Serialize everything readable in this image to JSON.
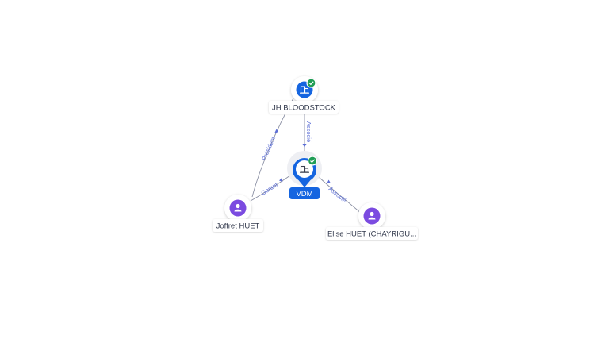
{
  "nodes": {
    "jh": {
      "label": "JH BLOODSTOCK",
      "type": "company",
      "verified": true
    },
    "vdm": {
      "label": "VDM",
      "type": "company",
      "verified": true,
      "focus": true
    },
    "joffret": {
      "label": "Joffret HUET",
      "type": "person"
    },
    "elise": {
      "label": "Elise HUET (CHAYRIGU...",
      "type": "person"
    }
  },
  "edges": [
    {
      "from": "jh",
      "to": "vdm",
      "label": "Associé"
    },
    {
      "from": "joffret",
      "to": "jh",
      "label": "Président"
    },
    {
      "from": "joffret",
      "to": "vdm",
      "label": "Gérant"
    },
    {
      "from": "elise",
      "to": "vdm",
      "label": "Associé"
    }
  ],
  "colors": {
    "company": "#1565e0",
    "person": "#7b4be0",
    "verified": "#1f9d55",
    "edge": "#8a8fa3",
    "edge_label": "#5d6fd6",
    "focus_label_bg": "#1565e0"
  }
}
